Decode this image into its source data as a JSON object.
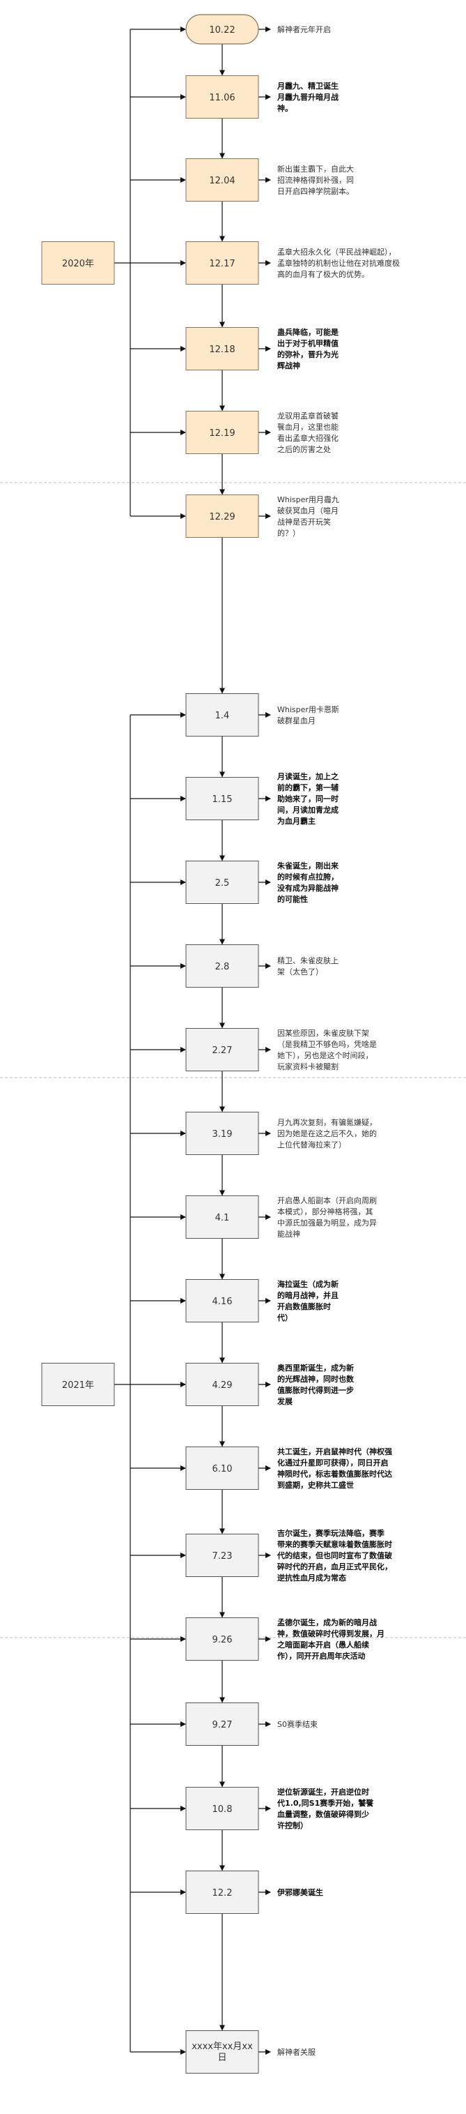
{
  "colors": {
    "orange_fill": "#fde8c9",
    "orange_stroke": "#8a7259",
    "gray_fill": "#f2f2f2",
    "gray_stroke": "#555555",
    "line": "#111111",
    "separator": "#bbbbbb"
  },
  "years": [
    {
      "label": "2020年",
      "color": "orange"
    },
    {
      "label": "2021年",
      "color": "gray"
    }
  ],
  "nodes": [
    {
      "label": "10.22",
      "style": "orange",
      "shape": "rounded",
      "year": 0,
      "note": {
        "bold": false,
        "lines": [
          "解神者元年开启"
        ]
      }
    },
    {
      "label": "11.06",
      "style": "orange",
      "year": 0,
      "note": {
        "bold": true,
        "lines": [
          "月霾九、精卫诞生",
          "月霾九晋升暗月战",
          "神。"
        ]
      }
    },
    {
      "label": "12.04",
      "style": "orange",
      "year": 0,
      "note": {
        "bold": false,
        "lines": [
          "新出蚩主霸下，自此大",
          "招流神格得到补强，同",
          "日开启四神学院副本。"
        ]
      }
    },
    {
      "label": "12.17",
      "style": "orange",
      "year": 0,
      "note": {
        "bold": false,
        "lines": [
          "孟章大招永久化（平民战神崛起），",
          "孟章独特的机制也让他在对抗难度极",
          "高的血月有了极大的优势。"
        ]
      }
    },
    {
      "label": "12.18",
      "style": "orange",
      "year": 0,
      "note": {
        "bold": true,
        "lines": [
          "蛊兵降临，可能是",
          "出于对于机甲精值",
          "的弥补，晋升为光",
          "辉战神"
        ]
      }
    },
    {
      "label": "12.19",
      "style": "orange",
      "year": 0,
      "note": {
        "bold": false,
        "lines": [
          "龙驭用孟章首破饕",
          "餮血月，这里也能",
          "看出孟章大招强化",
          "之后的厉害之处"
        ]
      }
    },
    {
      "label": "12.29",
      "style": "orange",
      "year": 0,
      "note": {
        "bold": false,
        "lines": [
          "Whisper用月霾九",
          "破获冥血月（噫月",
          "战神是否开玩笑",
          "的？）"
        ]
      }
    },
    {
      "label": "1.4",
      "style": "gray",
      "year": 1,
      "note": {
        "bold": false,
        "lines": [
          "Whisper用卡恩斯",
          "破群星血月"
        ]
      }
    },
    {
      "label": "1.15",
      "style": "gray",
      "year": 1,
      "note": {
        "bold": true,
        "lines": [
          "月读诞生，加上之",
          "前的霸下，第一辅",
          "助她来了，同一时",
          "间，月读加青龙成",
          "为血月霸主"
        ]
      }
    },
    {
      "label": "2.5",
      "style": "gray",
      "year": 1,
      "note": {
        "bold": true,
        "lines": [
          "朱雀诞生，刚出来",
          "的时候有点拉胯，",
          "没有成为异能战神",
          "的可能性"
        ]
      }
    },
    {
      "label": "2.8",
      "style": "gray",
      "year": 1,
      "note": {
        "bold": false,
        "lines": [
          "精卫、朱雀皮肤上",
          "架（太色了）"
        ]
      }
    },
    {
      "label": "2.27",
      "style": "gray",
      "year": 1,
      "note": {
        "bold": false,
        "lines": [
          "因某些原因，朱雀皮肤下架",
          "（是我精卫不够色吗，凭啥是",
          "她下），另也是这个时间段，",
          "玩家资料卡被閹割"
        ]
      }
    },
    {
      "label": "3.19",
      "style": "gray",
      "year": 1,
      "note": {
        "bold": false,
        "lines": [
          "月九再次复刻，有骗氪嫌疑，",
          "因为她是在这之后不久，她的",
          "上位代替海拉来了）"
        ]
      }
    },
    {
      "label": "4.1",
      "style": "gray",
      "year": 1,
      "note": {
        "bold": false,
        "lines": [
          "开启愚人船副本（开启向周刷",
          "本模式），部分神格将强，其",
          "中源氏加强最为明显，成为异",
          "能战神"
        ]
      }
    },
    {
      "label": "4.16",
      "style": "gray",
      "year": 1,
      "note": {
        "bold": true,
        "lines": [
          "海拉诞生（成为新",
          "的暗月战神，并且",
          "开启数值膨胀时",
          "代）"
        ]
      }
    },
    {
      "label": "4.29",
      "style": "gray",
      "year": 1,
      "note": {
        "bold": true,
        "lines": [
          "奥西里斯诞生，成为新",
          "的光辉战神，同时也数",
          "值膨胀时代得到进一步",
          "发展"
        ]
      }
    },
    {
      "label": "6.10",
      "style": "gray",
      "year": 1,
      "note": {
        "bold": true,
        "lines": [
          "共工诞生，开启鼠神时代（神权强",
          "化通过升星即可获得），同日开启",
          "神陨时代，标志着数值膨胀时代达",
          "到盛期，史称共工盛世"
        ]
      }
    },
    {
      "label": "7.23",
      "style": "gray",
      "year": 1,
      "note": {
        "bold": true,
        "lines": [
          "吉尔诞生，赛季玩法降临，赛季",
          "带来的赛季天赋意味着数值膨胀时",
          "代的结束，但也同时宣布了数值破",
          "碎时代的开启，血月正式平民化，",
          "逆抗性血月成为常态"
        ]
      }
    },
    {
      "label": "9.26",
      "style": "gray",
      "year": 1,
      "note": {
        "bold": true,
        "lines": [
          "孟德尔诞生，成为新的暗月战",
          "神，数值破碎时代得到发展，月",
          "之暗面副本开启（愚人船续",
          "作），同开开启周年庆活动"
        ]
      }
    },
    {
      "label": "9.27",
      "style": "gray",
      "year": 1,
      "note": {
        "bold": false,
        "lines": [
          "S0赛季结束"
        ]
      }
    },
    {
      "label": "10.8",
      "style": "gray",
      "year": 1,
      "note": {
        "bold": true,
        "lines": [
          "逆位斩源诞生，开启逆位时",
          "代1.0,同S1赛季开始，饕餮",
          "血量调整，数值破碎得到少",
          "许控制）"
        ]
      }
    },
    {
      "label": "12.2",
      "style": "gray",
      "year": 1,
      "note": {
        "bold": true,
        "lines": [
          "伊邪娜美诞生"
        ]
      }
    },
    {
      "label": "xxxx年xx月xx日",
      "style": "gray",
      "year": 1,
      "wrap": [
        "xxxx年xx月xx",
        "日"
      ],
      "note": {
        "bold": false,
        "lines": [
          "解神者关服"
        ]
      }
    }
  ]
}
